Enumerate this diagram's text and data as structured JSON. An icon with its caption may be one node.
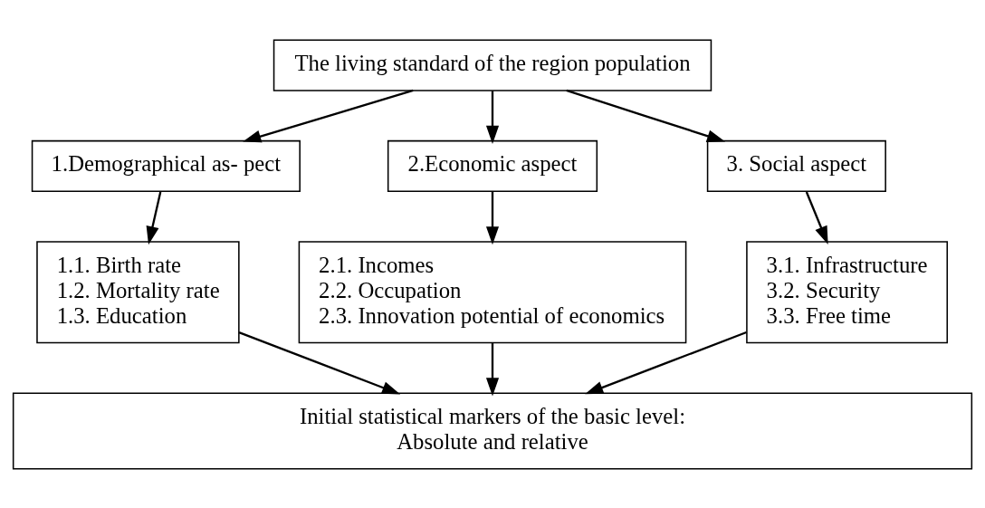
{
  "diagram": {
    "nodes": [
      {
        "text": [
          "The living standard of the region population"
        ]
      },
      {
        "text": [
          "1.Demographical as- pect"
        ]
      },
      {
        "text": [
          "2.Economic aspect"
        ]
      },
      {
        "text": [
          "3. Social aspect"
        ]
      },
      {
        "text": [
          "1.1. Birth rate",
          "1.2. Mortality rate",
          "1.3. Education"
        ]
      },
      {
        "text": [
          "2.1. Incomes",
          "2.2. Occupation",
          "2.3. Innovation potential of economics"
        ]
      },
      {
        "text": [
          "3.1. Infrastructure",
          "3.2. Security",
          "3.3. Free time"
        ]
      },
      {
        "text": [
          "Initial statistical markers of the basic level:",
          "Absolute and relative"
        ]
      }
    ],
    "edges": [
      {
        "from": 0,
        "to": 1,
        "arrow": "to"
      },
      {
        "from": 0,
        "to": 2,
        "arrow": "to"
      },
      {
        "from": 0,
        "to": 3,
        "arrow": "to"
      },
      {
        "from": 1,
        "to": 4,
        "arrow": "to"
      },
      {
        "from": 2,
        "to": 5,
        "arrow": "to"
      },
      {
        "from": 3,
        "to": 6,
        "arrow": "to"
      },
      {
        "from": 4,
        "to": 7,
        "arrow": "to"
      },
      {
        "from": 5,
        "to": 7,
        "arrow": "to"
      },
      {
        "from": 6,
        "to": 7,
        "arrow": "to"
      }
    ]
  }
}
